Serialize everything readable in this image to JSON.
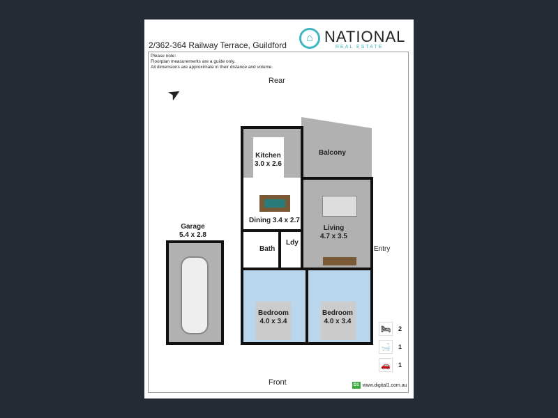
{
  "title": "2/362-364 Railway Terrace, Guildford",
  "logo": {
    "name": "NATIONAL",
    "sub": "REAL ESTATE"
  },
  "note": [
    "Please note:",
    "Floorplan measurements are a guide only.",
    "All dimensions are approximate in their distance and volume."
  ],
  "orientation": {
    "rear": "Rear",
    "front": "Front"
  },
  "rooms": {
    "kitchen": {
      "name": "Kitchen",
      "dims": "3.0 x 2.6"
    },
    "balcony": {
      "name": "Balcony"
    },
    "dining": {
      "name": "Dining 3.4 x 2.7"
    },
    "living": {
      "name": "Living",
      "dims": "4.7 x 3.5"
    },
    "bath": {
      "name": "Bath"
    },
    "laundry": {
      "name": "Ldy"
    },
    "entry": {
      "name": "Entry"
    },
    "bedroom1": {
      "name": "Bedroom",
      "dims": "4.0 x 3.4"
    },
    "bedroom2": {
      "name": "Bedroom",
      "dims": "4.0 x 3.4"
    },
    "garage": {
      "name": "Garage",
      "dims": "5.4 x 2.8"
    }
  },
  "features": [
    {
      "icon": "bed-icon",
      "count": "2"
    },
    {
      "icon": "bath-icon",
      "count": "1"
    },
    {
      "icon": "car-icon",
      "count": "1"
    }
  ],
  "credit": "www.digital1.com.au",
  "credit_logo": "D1"
}
